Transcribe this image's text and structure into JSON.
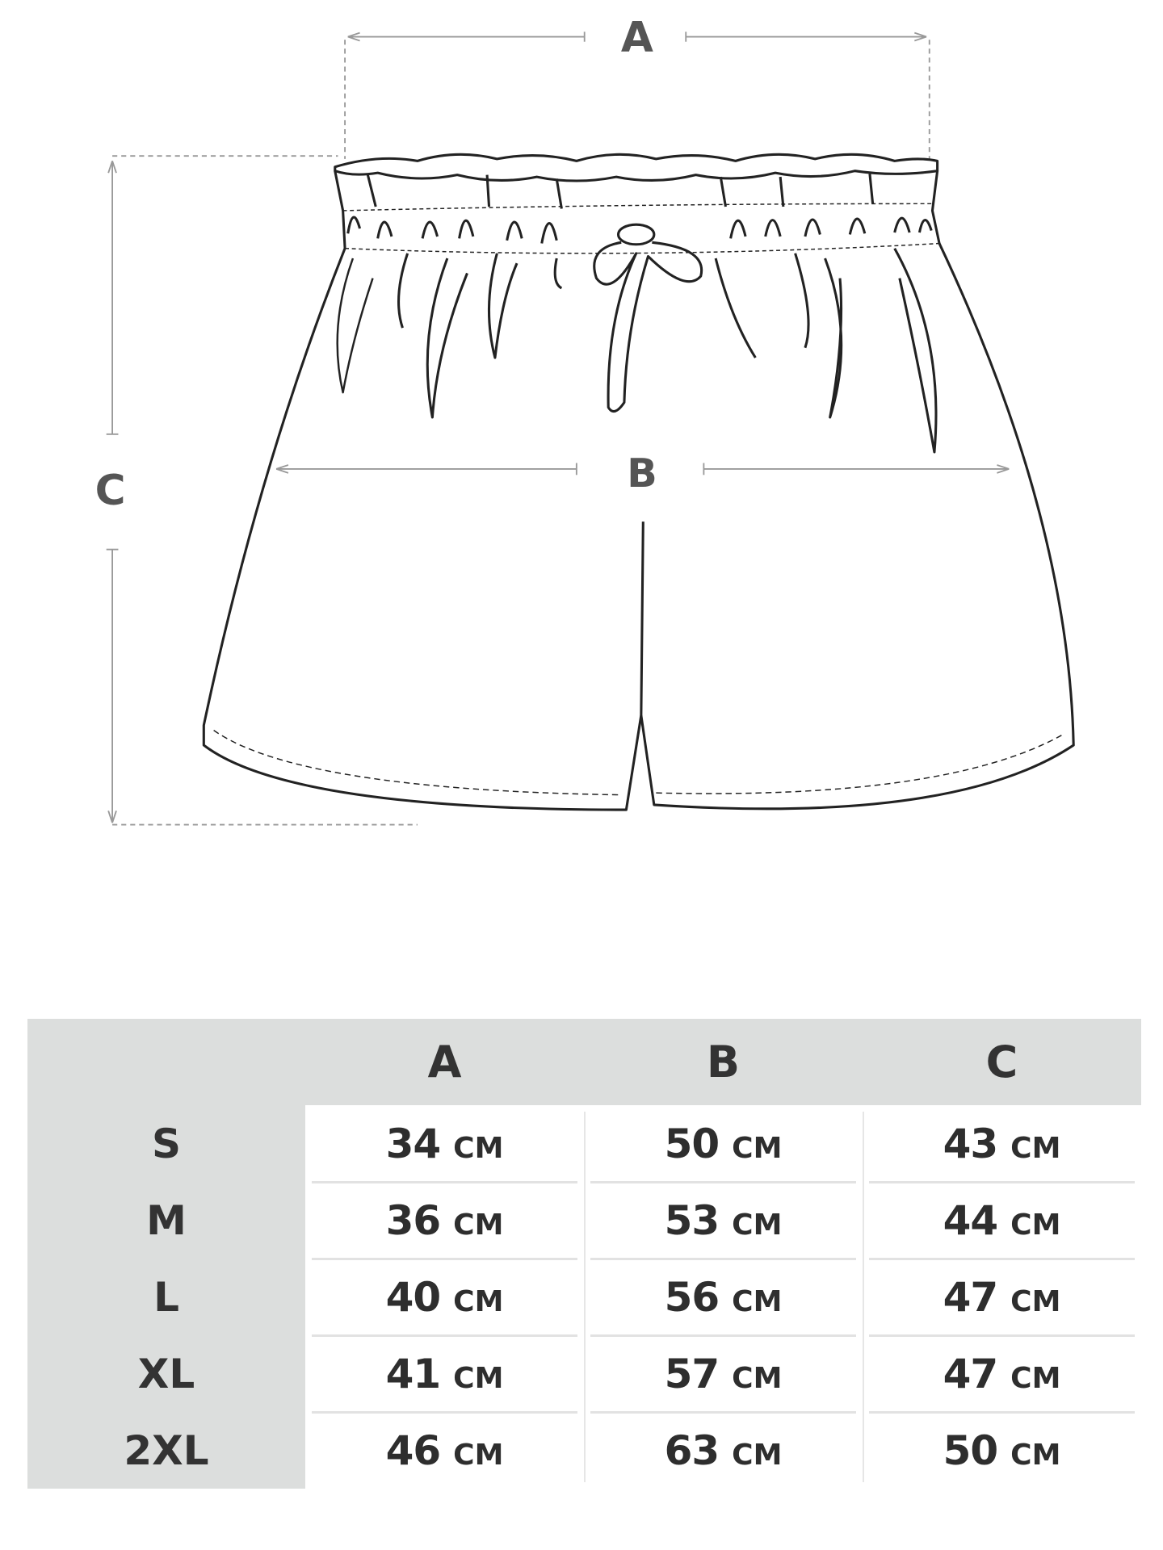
{
  "diagram": {
    "dimension_labels": {
      "a": "A",
      "b": "B",
      "c": "C"
    }
  },
  "table": {
    "columns": [
      "A",
      "B",
      "C"
    ],
    "unit": "CM",
    "rows": [
      {
        "size": "S",
        "values": [
          "34",
          "50",
          "43"
        ]
      },
      {
        "size": "M",
        "values": [
          "36",
          "53",
          "44"
        ]
      },
      {
        "size": "L",
        "values": [
          "40",
          "56",
          "47"
        ]
      },
      {
        "size": "XL",
        "values": [
          "41",
          "57",
          "47"
        ]
      },
      {
        "size": "2XL",
        "values": [
          "46",
          "63",
          "50"
        ]
      }
    ]
  },
  "colors": {
    "header_bg": "#dcdedd",
    "text": "#333333",
    "dimension": "#888888"
  }
}
